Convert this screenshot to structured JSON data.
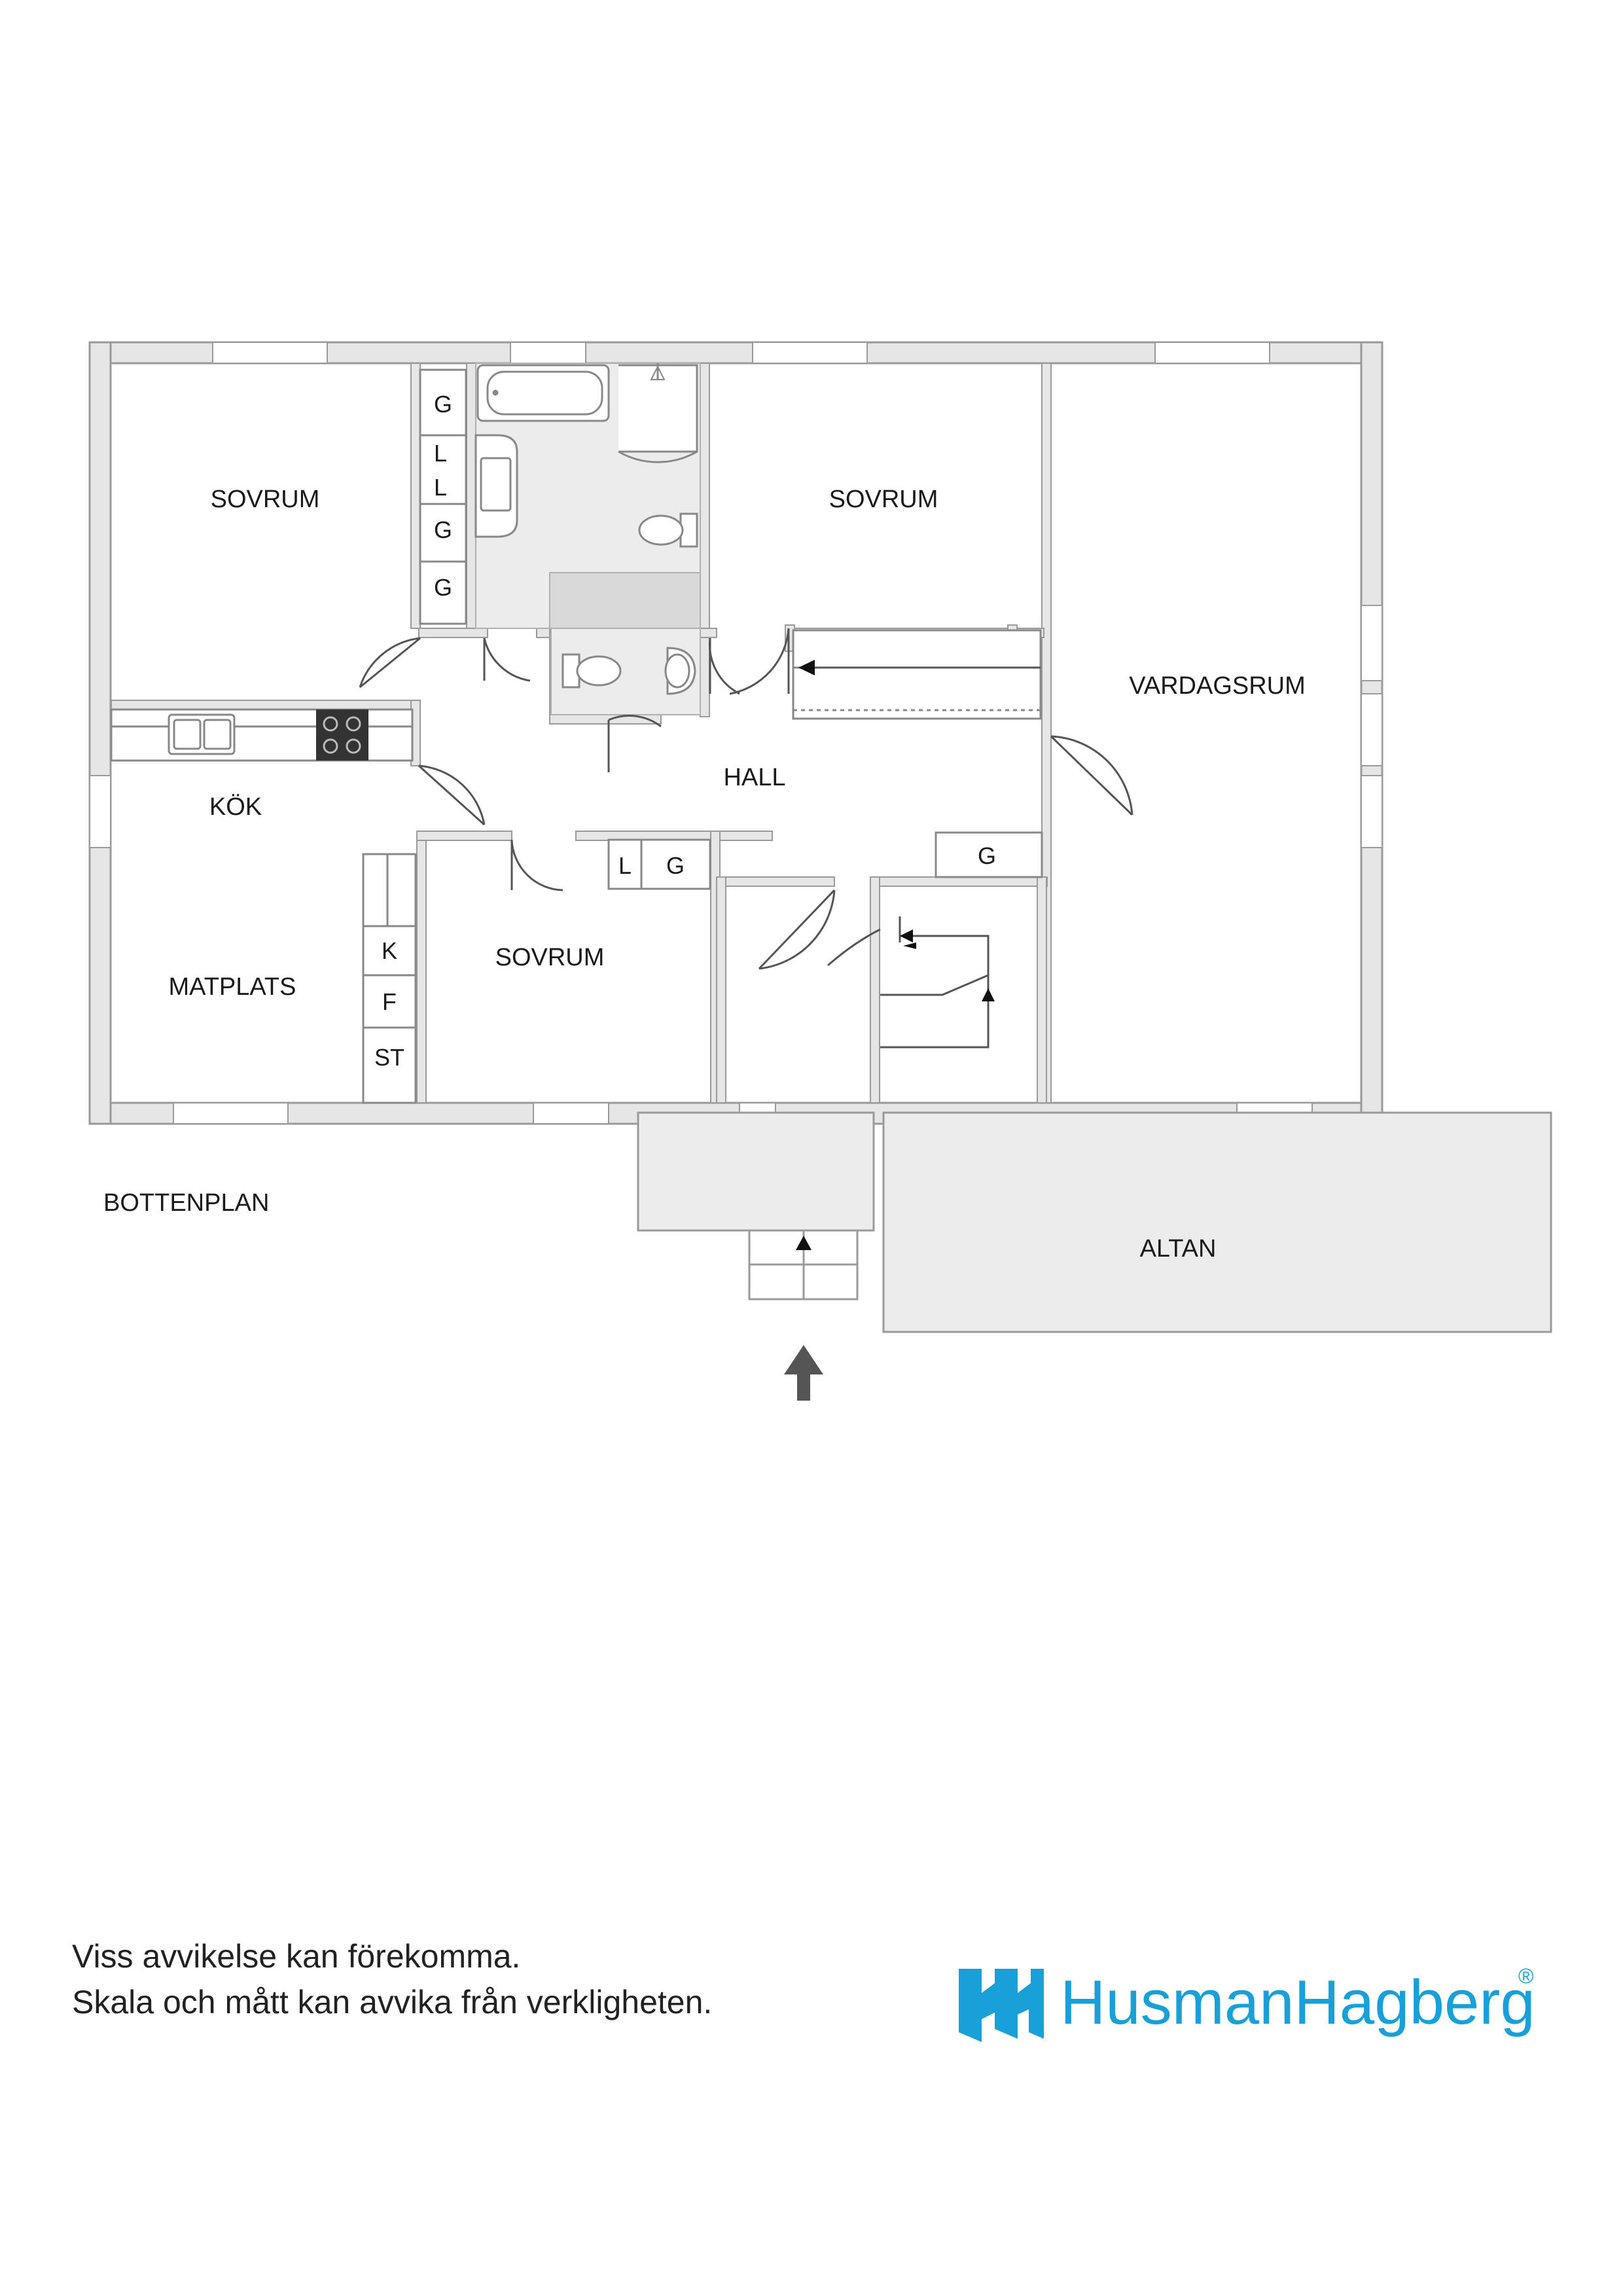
{
  "rooms": {
    "sovrum_nw": "SOVRUM",
    "sovrum_n": "SOVRUM",
    "vardagsrum": "VARDAGSRUM",
    "kok": "KÖK",
    "hall": "HALL",
    "matplats": "MATPLATS",
    "sovrum_s": "SOVRUM",
    "altan": "ALTAN"
  },
  "closets": {
    "col_g1": "G",
    "col_l1": "L",
    "col_l2": "L",
    "col_g2": "G",
    "col_g3": "G",
    "kitchen_k": "K",
    "kitchen_f": "F",
    "kitchen_st": "ST",
    "bed_l": "L",
    "bed_g": "G",
    "hall_g": "G"
  },
  "floor_label": "BOTTENPLAN",
  "disclaimer": {
    "line1": "Viss avvikelse kan förekomma.",
    "line2": "Skala och mått kan avvika från verkligheten."
  },
  "brand": {
    "name": "HusmanHagberg",
    "registered": "®",
    "color": "#1aa0d8"
  },
  "colors": {
    "wall": "#e6e6e6",
    "wall_edge": "#9a9a9a",
    "wet_floor": "#ececec",
    "brand": "#1aa0d8"
  }
}
